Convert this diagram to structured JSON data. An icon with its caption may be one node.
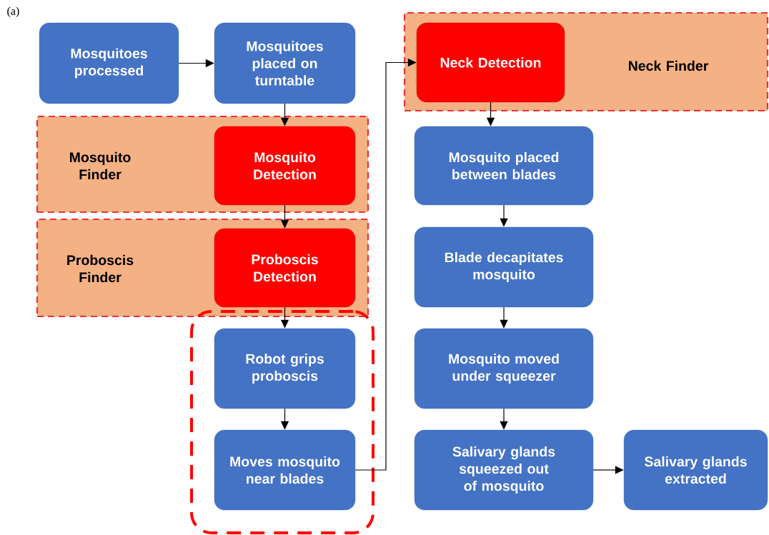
{
  "diagram": {
    "nodes": [
      {
        "text": [
          "Mosquitoes processed"
        ]
      },
      {
        "text": [
          "Mosquitoes placed on turntable"
        ]
      },
      {
        "text": [
          "Mosquito Finder"
        ]
      },
      {
        "text": [
          "Mosquito Detection"
        ],
        "in": 2
      },
      {
        "text": [
          "Proboscis Finder"
        ]
      },
      {
        "text": [
          "Proboscis Detection"
        ],
        "in": 4
      },
      {
        "text": [],
        "shape": "box"
      },
      {
        "text": [
          "Robot grips proboscis"
        ],
        "in": 6
      },
      {
        "text": [
          "Moves mosquito near blades"
        ],
        "in": 6
      },
      {
        "text": [
          "Neck Finder"
        ]
      },
      {
        "text": [
          "Neck Detection"
        ],
        "in": 9
      },
      {
        "text": [
          "Mosquito placed between blades"
        ]
      },
      {
        "text": [
          "Blade decapitates mosquito"
        ]
      },
      {
        "text": [
          "Mosquito moved under squeezer"
        ]
      },
      {
        "text": [
          "Salivary glands squeezed out of mosquito"
        ]
      },
      {
        "text": [
          "Salivary glands extracted"
        ]
      }
    ],
    "edges": [
      {
        "from": 0,
        "to": 1,
        "arrow": "to"
      },
      {
        "from": 1,
        "to": 3,
        "arrow": "to"
      },
      {
        "from": 3,
        "to": 5,
        "arrow": "to"
      },
      {
        "from": 5,
        "to": 7,
        "arrow": "to"
      },
      {
        "from": 7,
        "to": 8,
        "arrow": "to"
      },
      {
        "from": 8,
        "to": 10,
        "arrow": "to"
      },
      {
        "from": 10,
        "to": 11,
        "arrow": "to"
      },
      {
        "from": 11,
        "to": 12,
        "arrow": "to"
      },
      {
        "from": 12,
        "to": 13,
        "arrow": "to"
      },
      {
        "from": 13,
        "to": 14,
        "arrow": "to"
      },
      {
        "from": 14,
        "to": 15,
        "arrow": "to"
      }
    ],
    "labels": [
      "(a)"
    ]
  }
}
